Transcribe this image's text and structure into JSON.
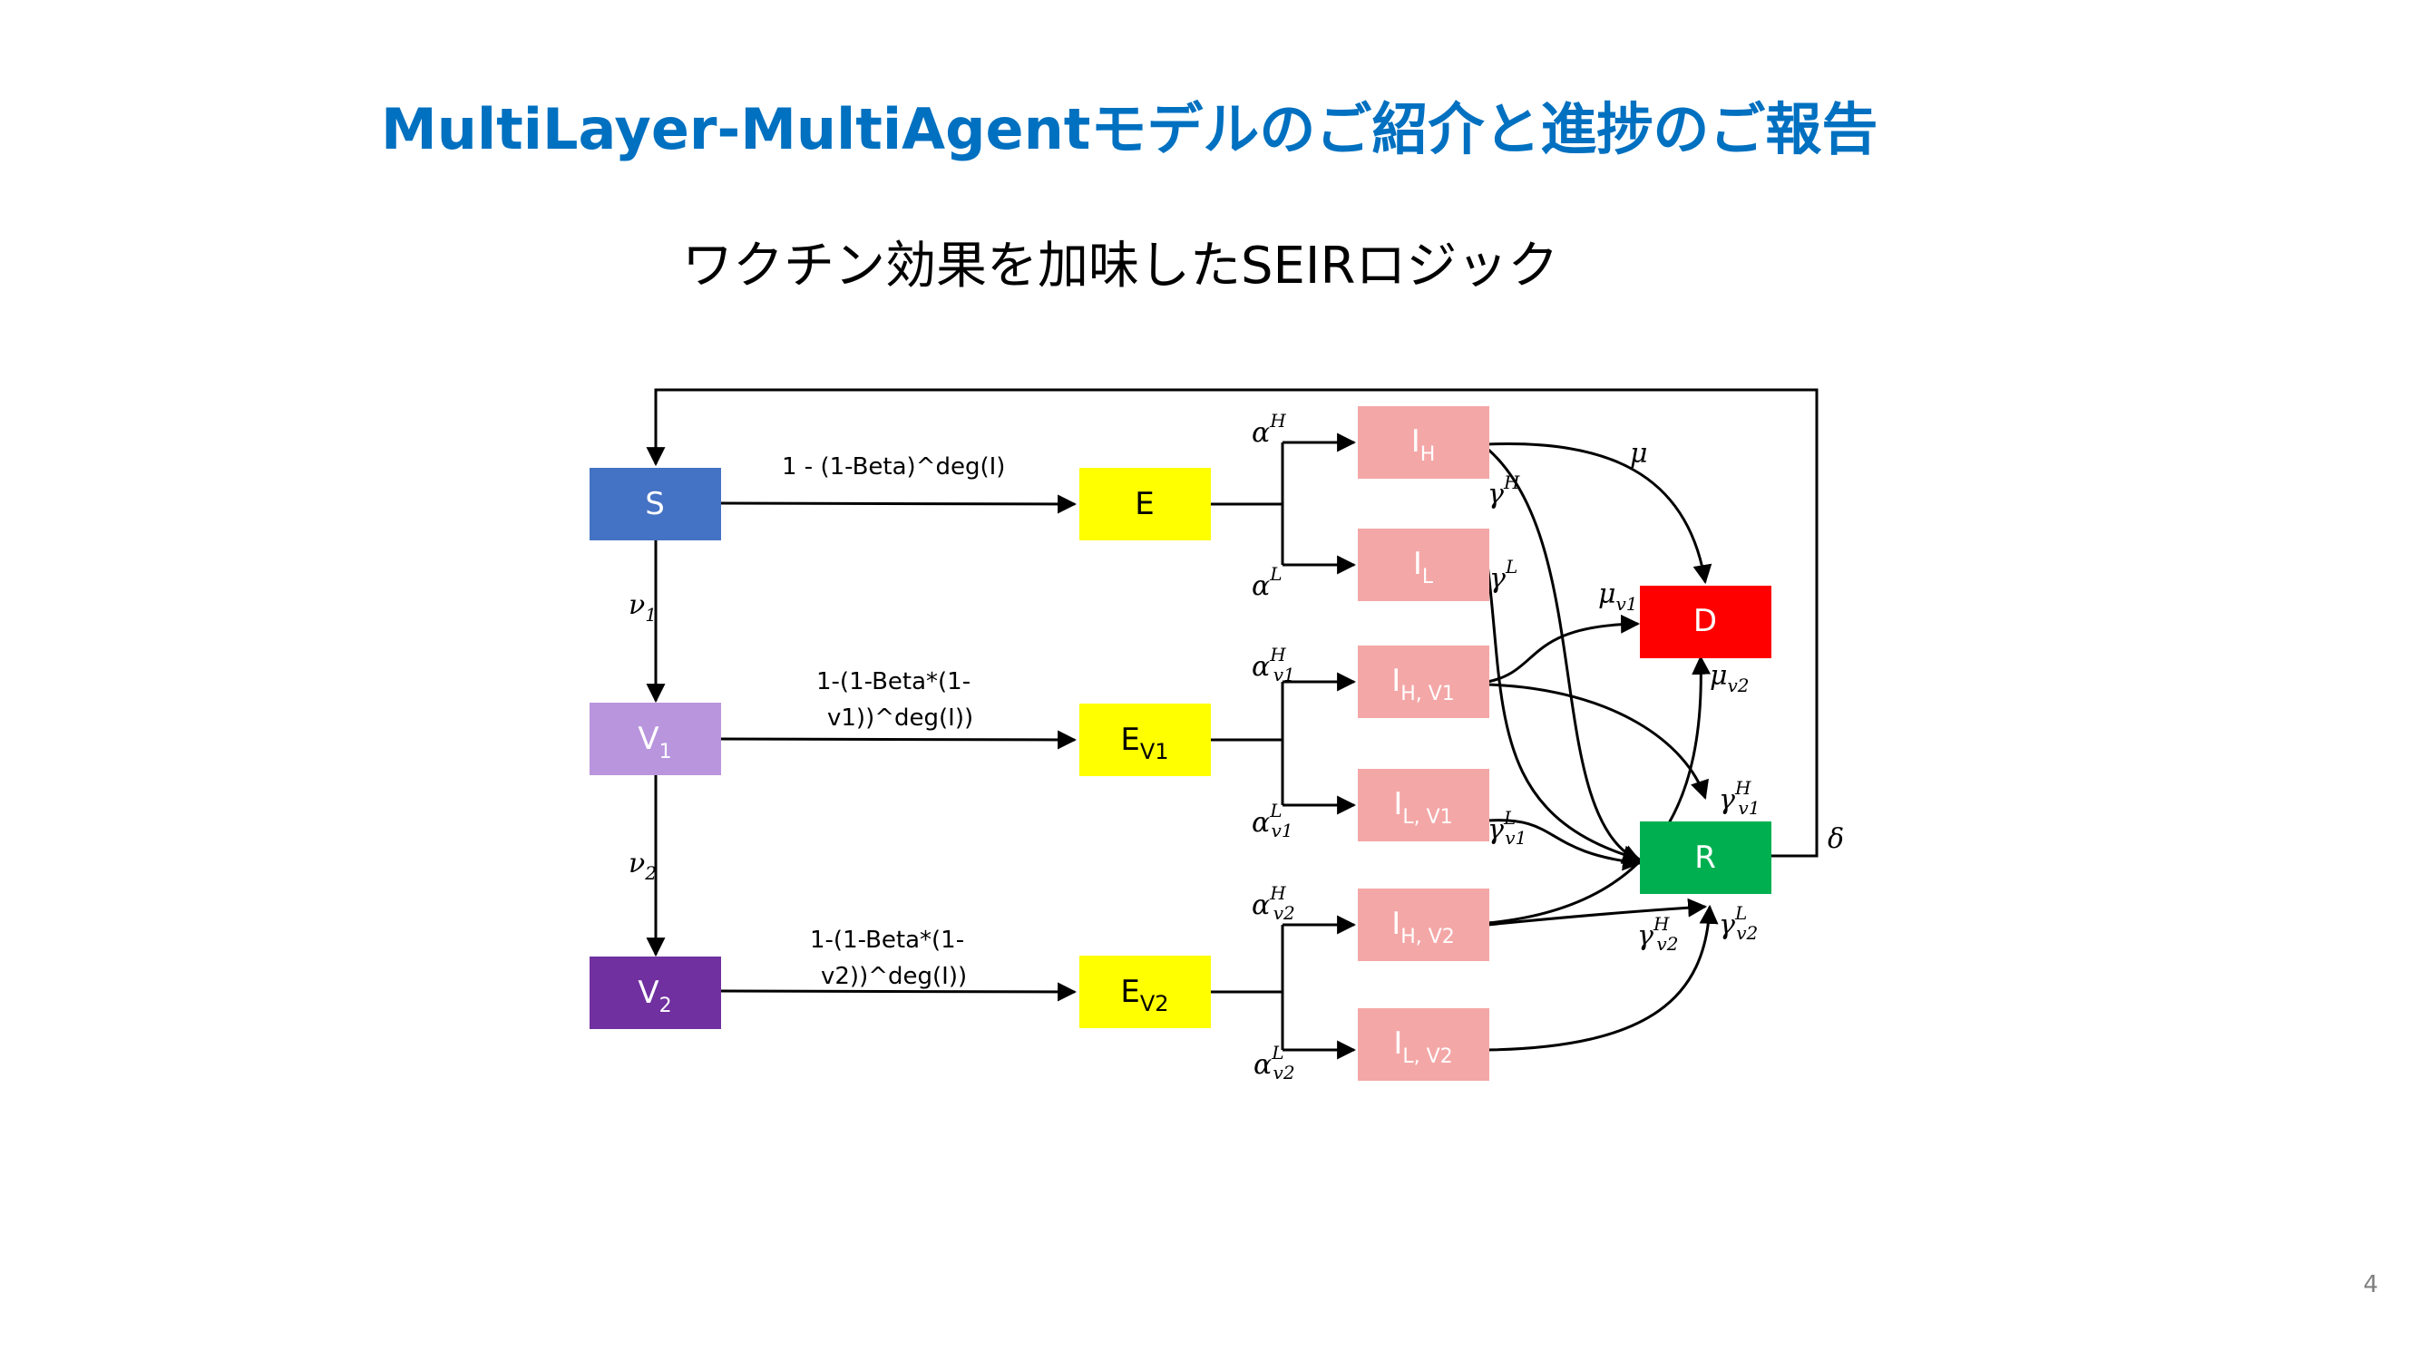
{
  "slide": {
    "title": "MultiLayer-MultiAgentモデルのご紹介と進捗のご報告",
    "subtitle": "ワクチン効果を加味したSEIRロジック",
    "page_number": "4"
  },
  "colors": {
    "title": "#0070c0",
    "S": "#4472c4",
    "V1": "#b995dd",
    "V2": "#7030a0",
    "E": "#ffff00",
    "I": "#f4a7a7",
    "D": "#ff0000",
    "R": "#00b050"
  },
  "nodes": {
    "S": {
      "label": "S"
    },
    "V1": {
      "label": "V",
      "sub": "1"
    },
    "V2": {
      "label": "V",
      "sub": "2"
    },
    "E": {
      "label": "E"
    },
    "EV1": {
      "label": "E",
      "sub": "V1"
    },
    "EV2": {
      "label": "E",
      "sub": "V2"
    },
    "IH": {
      "label": "I",
      "sub": "H"
    },
    "IL": {
      "label": "I",
      "sub": "L"
    },
    "IHV1": {
      "label": "I",
      "sub": "H, V1"
    },
    "ILV1": {
      "label": "I",
      "sub": "L, V1"
    },
    "IHV2": {
      "label": "I",
      "sub": "H, V2"
    },
    "ILV2": {
      "label": "I",
      "sub": "L, V2"
    },
    "D": {
      "label": "D"
    },
    "R": {
      "label": "R"
    }
  },
  "edge_labels": {
    "S_E": "1 - (1-Beta)^deg(I)",
    "V1_EV1_line1": "1-(1-Beta*(1-",
    "V1_EV1_line2": "v1))^deg(I))",
    "V2_EV2_line1": "1-(1-Beta*(1-",
    "V2_EV2_line2": "v2))^deg(I))"
  },
  "params": {
    "nu": "ν",
    "alpha": "α",
    "gamma": "γ",
    "mu": "μ",
    "delta": "δ",
    "H": "H",
    "L": "L",
    "one": "1",
    "two": "2",
    "v1": "v1",
    "v2": "v2"
  }
}
